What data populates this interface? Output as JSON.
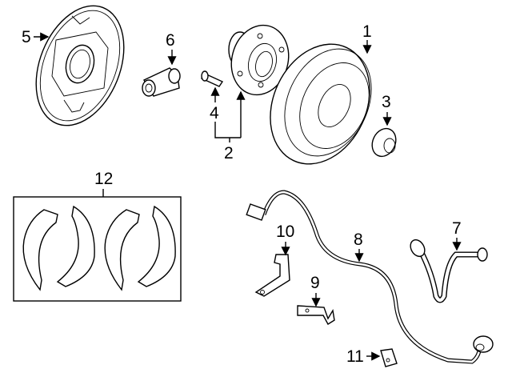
{
  "diagram": {
    "title": "Rear Brake Components",
    "callouts": [
      {
        "id": "1",
        "label": "1",
        "part": "brake-drum"
      },
      {
        "id": "2",
        "label": "2",
        "part": "hub-and-bearing-assembly"
      },
      {
        "id": "3",
        "label": "3",
        "part": "hub-cap"
      },
      {
        "id": "4",
        "label": "4",
        "part": "wheel-stud"
      },
      {
        "id": "5",
        "label": "5",
        "part": "backing-plate"
      },
      {
        "id": "6",
        "label": "6",
        "part": "wheel-cylinder"
      },
      {
        "id": "7",
        "label": "7",
        "part": "brake-hose"
      },
      {
        "id": "8",
        "label": "8",
        "part": "abs-sensor-wire"
      },
      {
        "id": "9",
        "label": "9",
        "part": "bracket"
      },
      {
        "id": "10",
        "label": "10",
        "part": "bracket"
      },
      {
        "id": "11",
        "label": "11",
        "part": "clip"
      },
      {
        "id": "12",
        "label": "12",
        "part": "brake-shoe-set"
      }
    ]
  }
}
